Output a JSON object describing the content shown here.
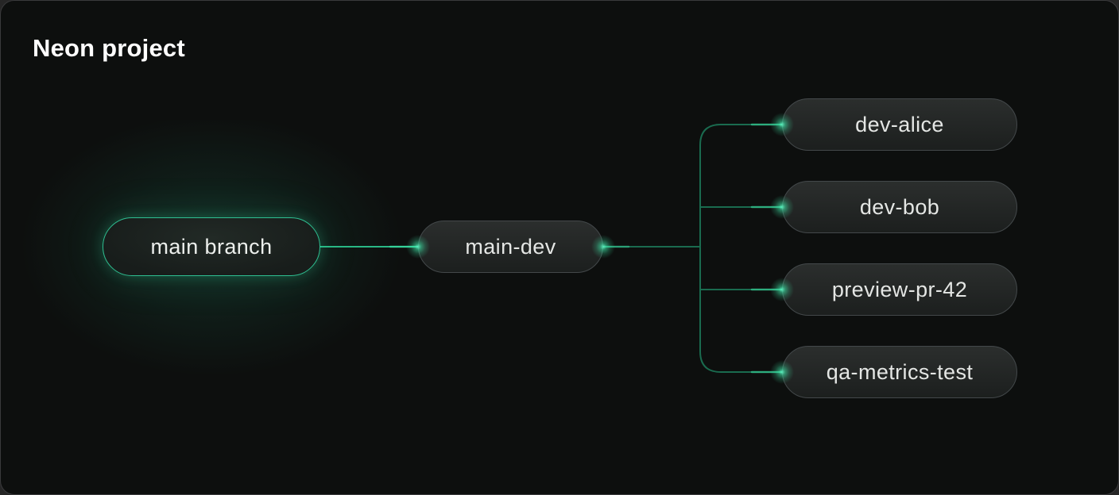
{
  "title": "Neon project",
  "tree": {
    "root": {
      "label": "main branch"
    },
    "intermediate": {
      "label": "main-dev"
    },
    "children": [
      {
        "label": "dev-alice"
      },
      {
        "label": "dev-bob"
      },
      {
        "label": "preview-pr-42"
      },
      {
        "label": "qa-metrics-test"
      }
    ]
  },
  "colors": {
    "accent_green": "#34d399",
    "edge_dark": "#1a6b4f",
    "edge_bright": "#29b885",
    "glow": "#3ee3a6",
    "card_bg": "#0d0f0e",
    "outer_bg": "#262626",
    "node_border": "#43484a",
    "root_border": "#2fbf92",
    "label_color": "#e4e6e4",
    "title_color": "#ffffff"
  }
}
